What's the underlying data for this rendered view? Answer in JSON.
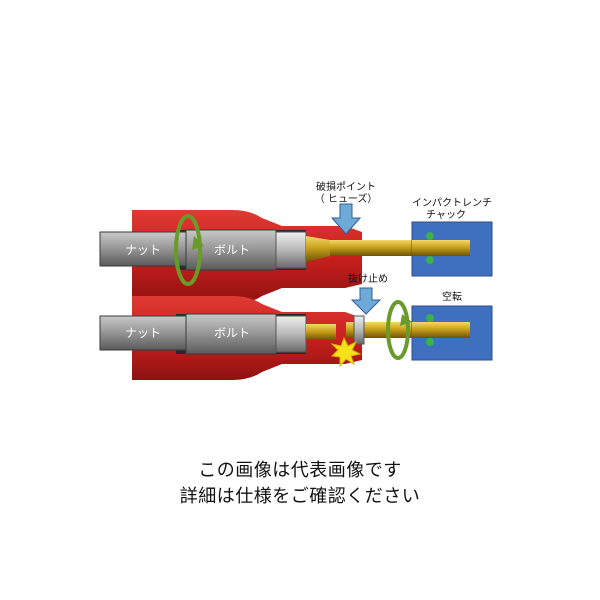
{
  "diagram": {
    "labels": {
      "nut": "ナット",
      "bolt": "ボルト",
      "break_point_line1": "破損ポイント",
      "break_point_line2": "（ ヒューズ）",
      "impact_chuck_line1": "インパクトレンチ",
      "impact_chuck_line2": "チャック",
      "retainer": "抜け止め",
      "idle": "空転"
    },
    "colors": {
      "socket_red": "#c8201e",
      "hex_gray": "#8a8a8a",
      "chuck_blue": "#3f6fbf",
      "bit_gold": "#c9a21a",
      "rotation_green": "#6a9a2a",
      "arrow_blue": "#6fa9d8",
      "spark_yellow": "#f5e21a"
    }
  },
  "caption": {
    "line1": "この画像は代表画像です",
    "line2": "詳細は仕様をご確認ください"
  }
}
